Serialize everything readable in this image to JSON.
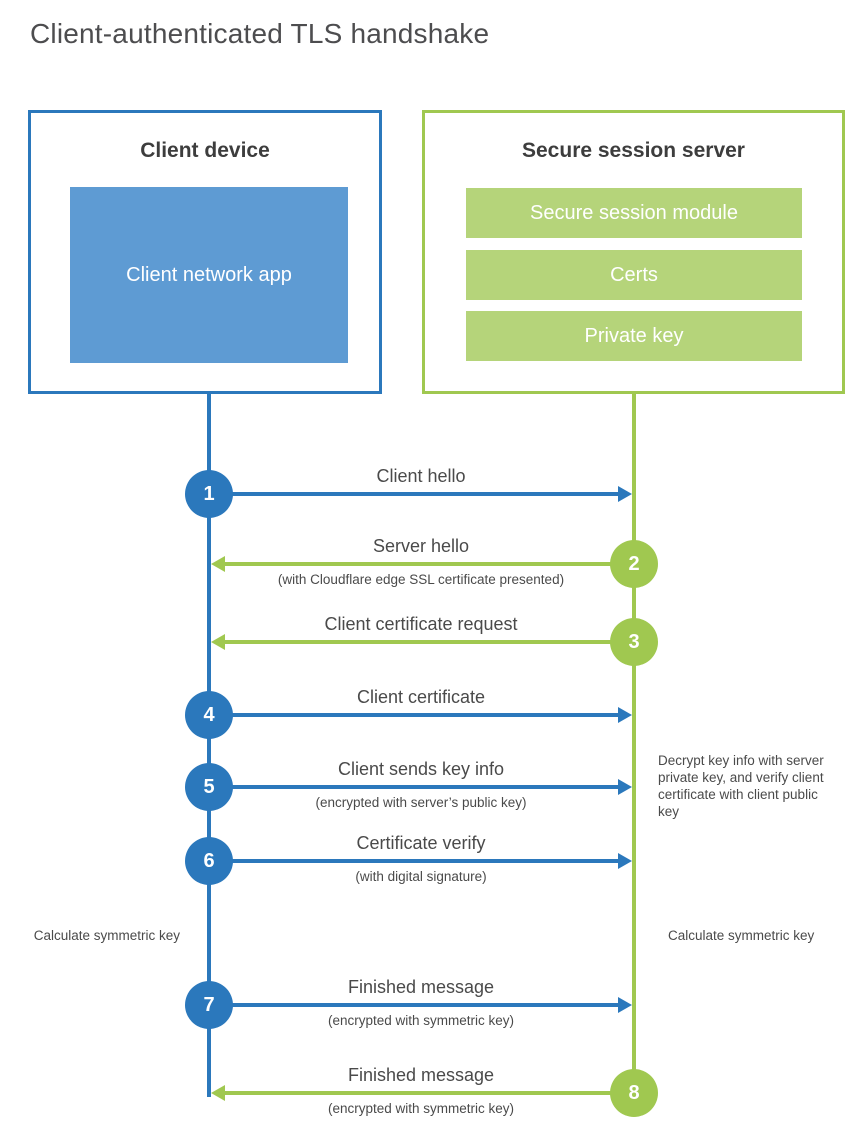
{
  "title": "Client-authenticated TLS handshake",
  "client_box": {
    "title": "Client device",
    "app_label": "Client network app"
  },
  "server_box": {
    "title": "Secure session server",
    "modules": [
      "Secure session module",
      "Certs",
      "Private key"
    ]
  },
  "steps": [
    {
      "number": "1",
      "label": "Client hello",
      "sub": "",
      "direction": "right",
      "from": "client"
    },
    {
      "number": "2",
      "label": "Server hello",
      "sub": "(with Cloudflare edge SSL certificate presented)",
      "direction": "left",
      "from": "server"
    },
    {
      "number": "3",
      "label": "Client certificate request",
      "sub": "",
      "direction": "left",
      "from": "server"
    },
    {
      "number": "4",
      "label": "Client certificate",
      "sub": "",
      "direction": "right",
      "from": "client"
    },
    {
      "number": "5",
      "label": "Client sends key info",
      "sub": "(encrypted with server’s public key)",
      "direction": "right",
      "from": "client"
    },
    {
      "number": "6",
      "label": "Certificate verify",
      "sub": "(with digital signature)",
      "direction": "right",
      "from": "client"
    },
    {
      "number": "7",
      "label": "Finished message",
      "sub": "(encrypted with symmetric key)",
      "direction": "right",
      "from": "client"
    },
    {
      "number": "8",
      "label": "Finished message",
      "sub": "(encrypted with symmetric key)",
      "direction": "left",
      "from": "server"
    }
  ],
  "annotations": {
    "decrypt_note": "Decrypt key info with server private key, and verify client certificate with client public key",
    "calculate_left": "Calculate symmetric key",
    "calculate_right": "Calculate symmetric key"
  },
  "colors": {
    "client_blue": "#2b78bc",
    "client_blue_light": "#5e9bd3",
    "server_green": "#a0c850",
    "server_green_light": "#b5d47a",
    "text_dark": "#4a4a4a"
  }
}
